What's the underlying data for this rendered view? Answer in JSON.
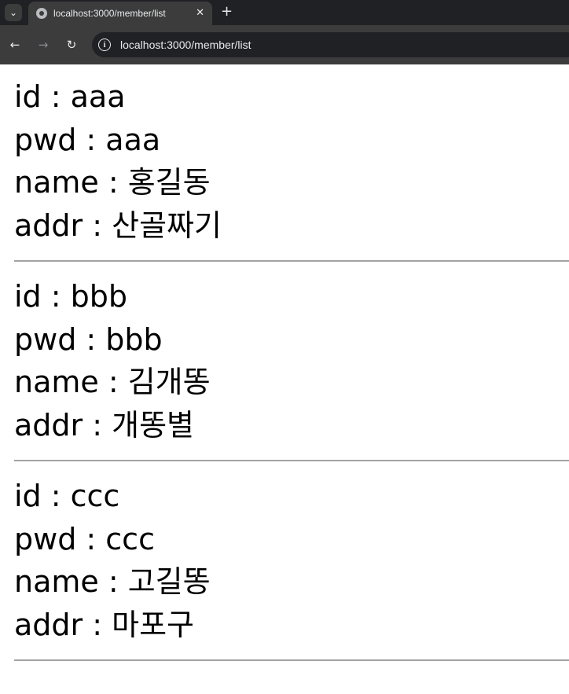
{
  "browser": {
    "tab_title": "localhost:3000/member/list",
    "url": "localhost:3000/member/list",
    "tab_close": "✕",
    "new_tab": "+",
    "back": "←",
    "forward": "→",
    "reload": "↻",
    "menu": "⌄",
    "info": "i"
  },
  "members": [
    {
      "id": "id : aaa",
      "pwd": "pwd : aaa",
      "name": "name : 홍길동",
      "addr": "addr : 산골짜기"
    },
    {
      "id": "id : bbb",
      "pwd": "pwd : bbb",
      "name": "name : 김개똥",
      "addr": "addr : 개똥별"
    },
    {
      "id": "id : ccc",
      "pwd": "pwd : ccc",
      "name": "name : 고길똥",
      "addr": "addr : 마포구"
    }
  ]
}
